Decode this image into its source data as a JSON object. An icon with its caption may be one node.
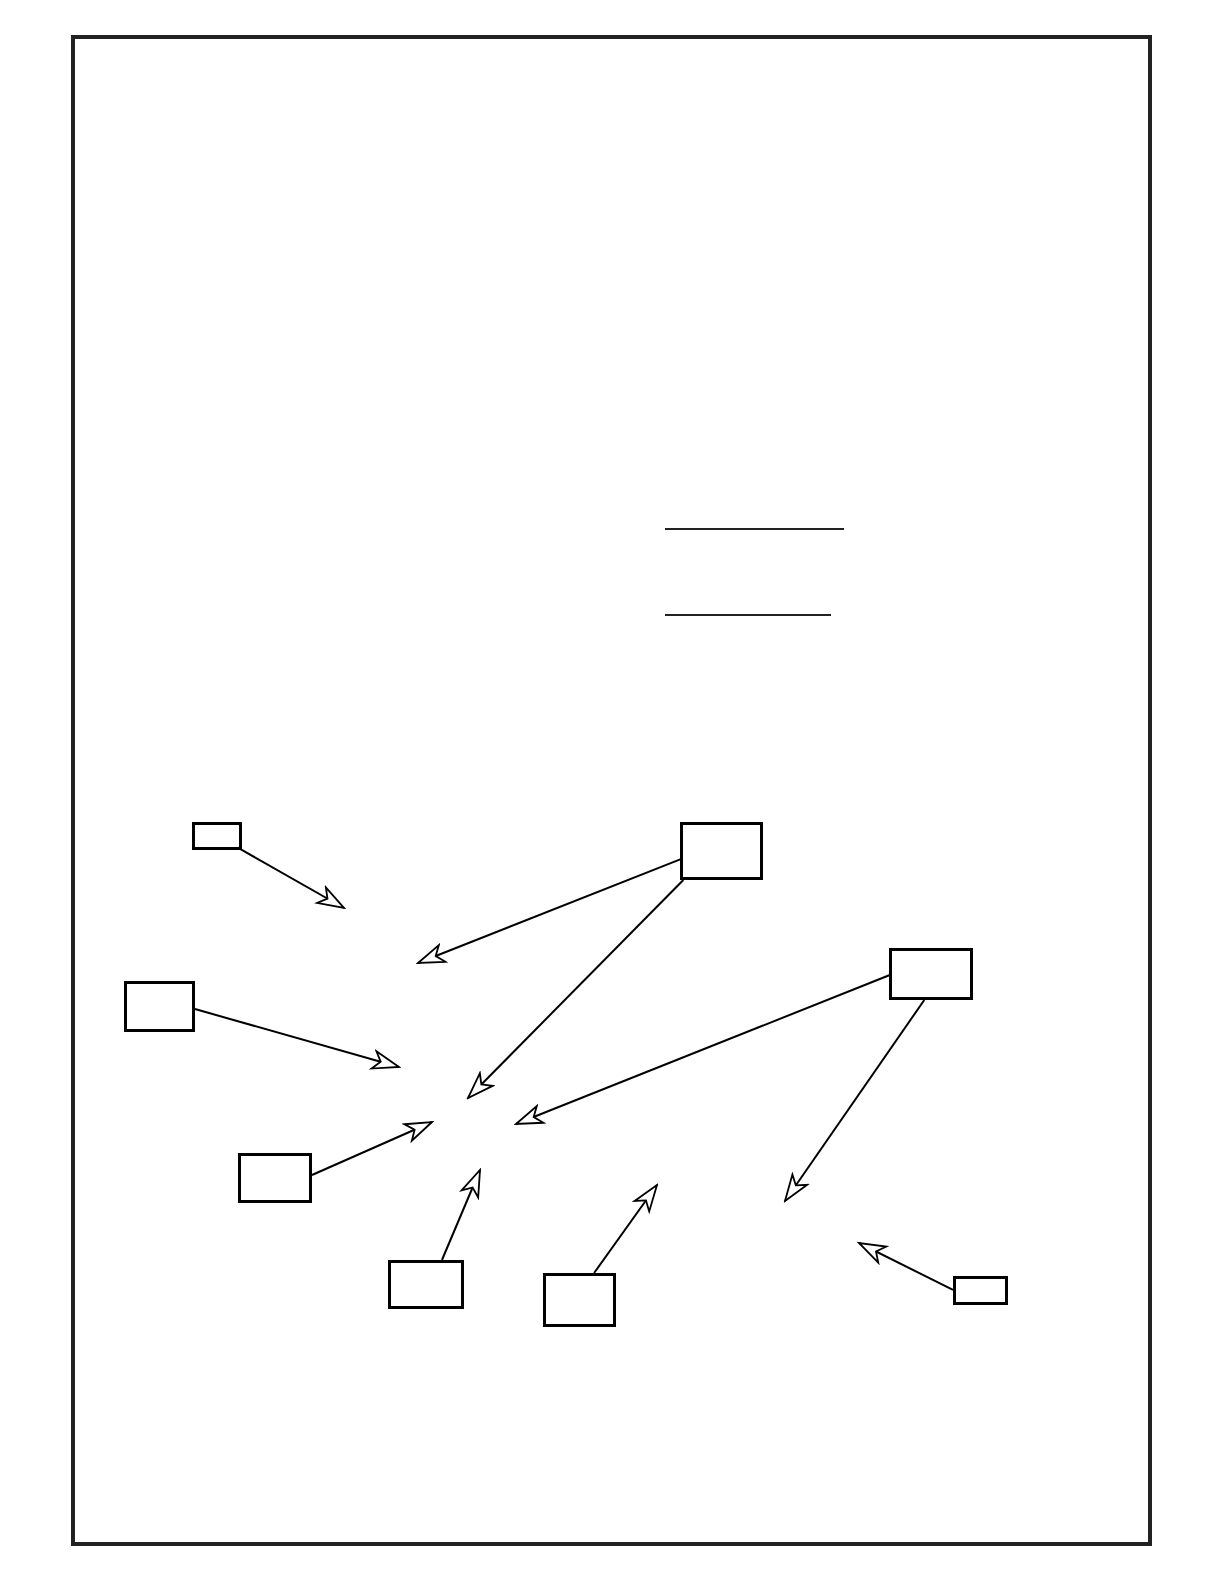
{
  "diagram": {
    "nodes": [
      {
        "text": [],
        "shape": "box"
      },
      {
        "text": [],
        "shape": "box"
      },
      {
        "text": [],
        "shape": "box"
      },
      {
        "text": [],
        "shape": "box"
      },
      {
        "text": [],
        "shape": "box"
      },
      {
        "text": [],
        "shape": "box"
      },
      {
        "text": [],
        "shape": "box"
      },
      {
        "text": [],
        "shape": "box"
      }
    ],
    "edges": [
      {
        "from": 0,
        "to": null,
        "arrow": "to"
      },
      {
        "from": 1,
        "to": null,
        "arrow": "to"
      },
      {
        "from": 1,
        "to": null,
        "arrow": "to"
      },
      {
        "from": 2,
        "to": null,
        "arrow": "to"
      },
      {
        "from": 2,
        "to": null,
        "arrow": "to"
      },
      {
        "from": 3,
        "to": null,
        "arrow": "to"
      },
      {
        "from": 4,
        "to": null,
        "arrow": "to"
      },
      {
        "from": 5,
        "to": null,
        "arrow": "to"
      },
      {
        "from": 6,
        "to": null,
        "arrow": "to"
      },
      {
        "from": 7,
        "to": null,
        "arrow": "to"
      }
    ]
  }
}
